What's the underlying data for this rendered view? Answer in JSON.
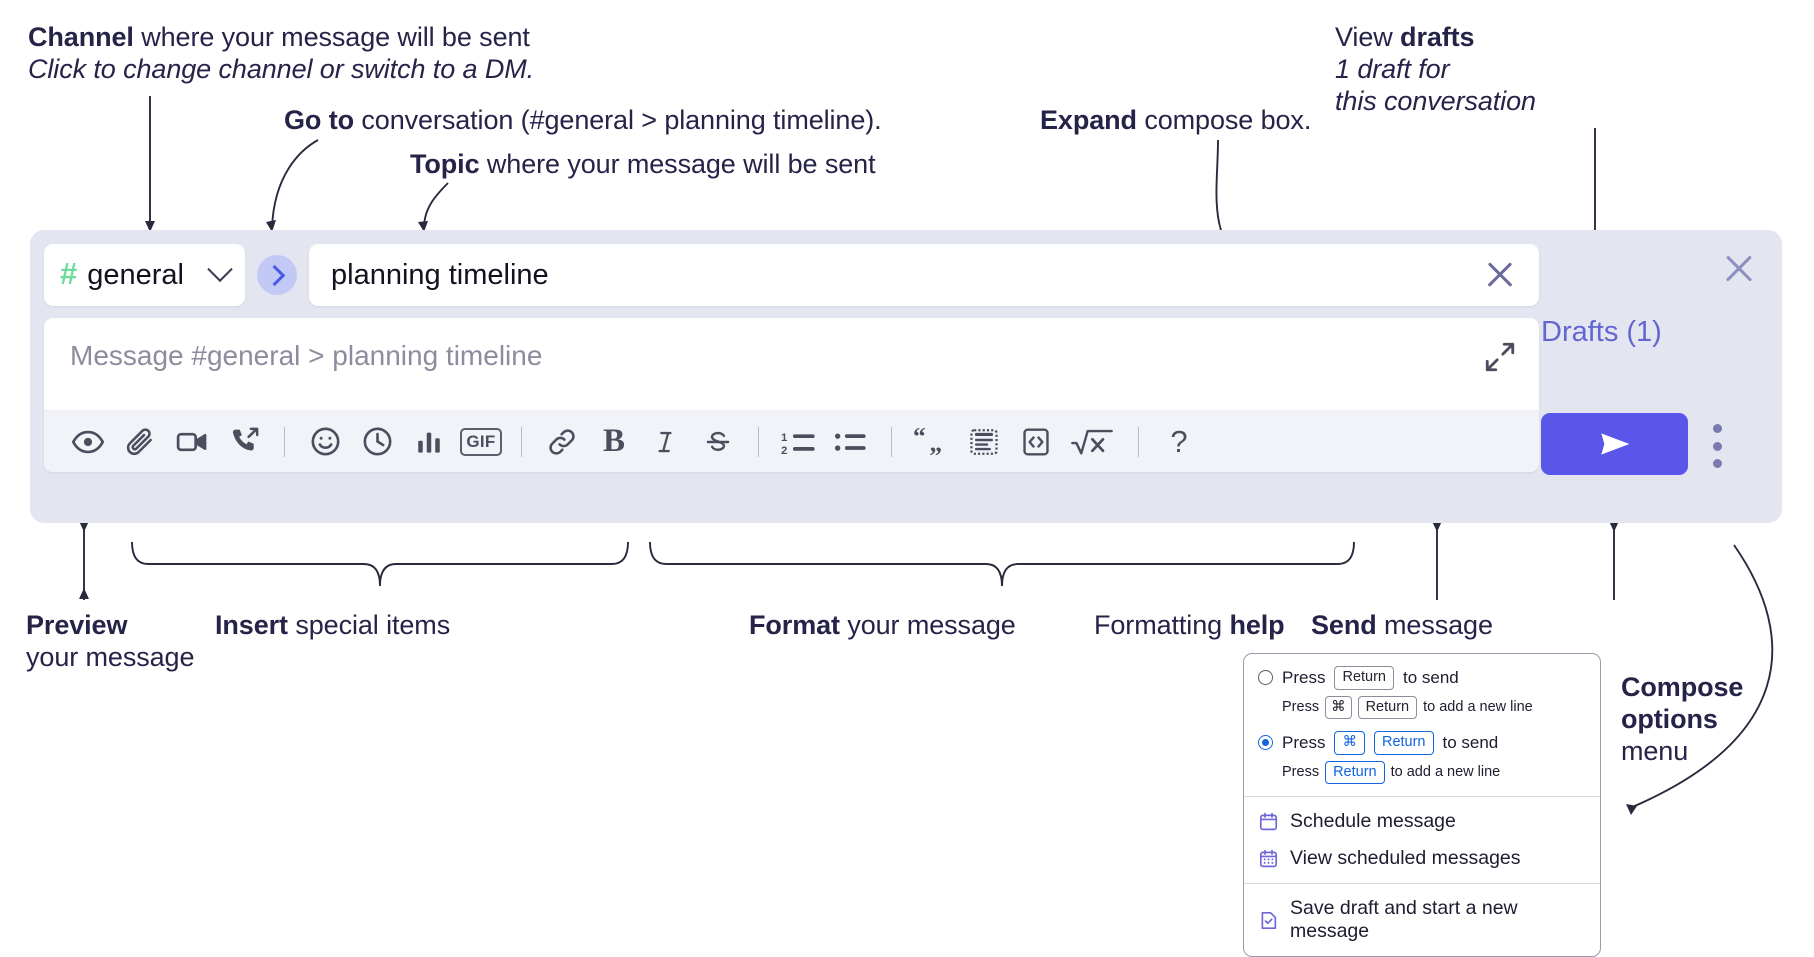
{
  "annotations": {
    "channel": {
      "bold": "Channel",
      "rest": " where your message will be sent",
      "sub": "Click to change channel or switch to a DM."
    },
    "goto": {
      "bold": "Go to",
      "rest": " conversation (#general > planning timeline)."
    },
    "topic": {
      "bold": "Topic",
      "rest": " where your message will be sent"
    },
    "expand": {
      "bold": "Expand",
      "rest": " compose box."
    },
    "drafts": {
      "plain": "View ",
      "bold": "drafts",
      "sub1": "1 draft for",
      "sub2": "this conversation"
    },
    "preview": {
      "bold": "Preview",
      "sub": "your message"
    },
    "insert": {
      "bold": "Insert",
      "rest": " special items"
    },
    "format": {
      "bold": "Format",
      "rest": " your message"
    },
    "formatting_help": {
      "plain": "Formatting ",
      "bold": "help"
    },
    "send": {
      "bold": "Send",
      "rest": " message"
    },
    "compose_options": {
      "bold1": "Compose",
      "bold2": "options",
      "rest": "menu"
    }
  },
  "compose": {
    "channel": {
      "hash": "#",
      "name": "general",
      "chevron_icon": "chevron-down-icon"
    },
    "goto_icon": "chevron-right-icon",
    "topic": {
      "value": "planning timeline",
      "clear_icon": "close-icon"
    },
    "message": {
      "placeholder": "Message #general > planning timeline",
      "expand_icon": "expand-icon"
    },
    "panel_close_icon": "close-icon",
    "drafts_label": "Drafts (1)",
    "send_icon": "send-icon",
    "kebab_icon": "more-options-icon",
    "toolbar": [
      {
        "name": "preview-button",
        "icon": "eye-icon"
      },
      {
        "name": "attach-button",
        "icon": "paperclip-icon"
      },
      {
        "name": "video-clip-button",
        "icon": "video-camera-icon"
      },
      {
        "name": "audio-clip-button",
        "icon": "phone-arrow-icon"
      },
      {
        "name": "separator",
        "icon": "divider"
      },
      {
        "name": "emoji-button",
        "icon": "smiley-icon"
      },
      {
        "name": "schedule-button",
        "icon": "clock-icon"
      },
      {
        "name": "poll-button",
        "icon": "bar-chart-icon"
      },
      {
        "name": "gif-button",
        "icon": "gif-icon",
        "label": "GIF"
      },
      {
        "name": "separator",
        "icon": "divider"
      },
      {
        "name": "link-button",
        "icon": "link-icon"
      },
      {
        "name": "bold-button",
        "icon": "bold-icon",
        "label": "B"
      },
      {
        "name": "italic-button",
        "icon": "italic-icon",
        "label": "I"
      },
      {
        "name": "strikethrough-button",
        "icon": "strikethrough-icon"
      },
      {
        "name": "separator",
        "icon": "divider"
      },
      {
        "name": "ordered-list-button",
        "icon": "ordered-list-icon"
      },
      {
        "name": "bulleted-list-button",
        "icon": "bulleted-list-icon"
      },
      {
        "name": "separator",
        "icon": "divider"
      },
      {
        "name": "blockquote-button",
        "icon": "quote-icon"
      },
      {
        "name": "code-block-button",
        "icon": "code-block-icon"
      },
      {
        "name": "code-button",
        "icon": "code-icon"
      },
      {
        "name": "latex-button",
        "icon": "math-icon"
      },
      {
        "name": "separator",
        "icon": "divider"
      },
      {
        "name": "formatting-help-button",
        "icon": "question-mark-icon",
        "label": "?"
      }
    ]
  },
  "menu": {
    "options": [
      {
        "selected": false,
        "press": "Press",
        "keys": [
          "Return"
        ],
        "tail": "to send",
        "sub_press": "Press",
        "sub_keys": [
          "⌘",
          "Return"
        ],
        "sub_tail": "to add a new line"
      },
      {
        "selected": true,
        "press": "Press",
        "keys": [
          "⌘",
          "Return"
        ],
        "tail": "to send",
        "sub_press": "Press",
        "sub_keys": [
          "Return"
        ],
        "sub_tail": "to add a new line"
      }
    ],
    "items": [
      {
        "label": "Schedule message",
        "icon": "calendar-icon"
      },
      {
        "label": "View scheduled messages",
        "icon": "calendar-grid-icon"
      },
      {
        "label": "Save draft and start a new message",
        "icon": "document-check-icon"
      }
    ]
  },
  "colors": {
    "panel_bg": "#e3e5f1",
    "accent_send": "#5a56ea",
    "drafts_text": "#6366cf",
    "hash_green": "#6ddc9a",
    "goto_pill": "#c3c9f5",
    "menu_blue": "#1264e0"
  }
}
